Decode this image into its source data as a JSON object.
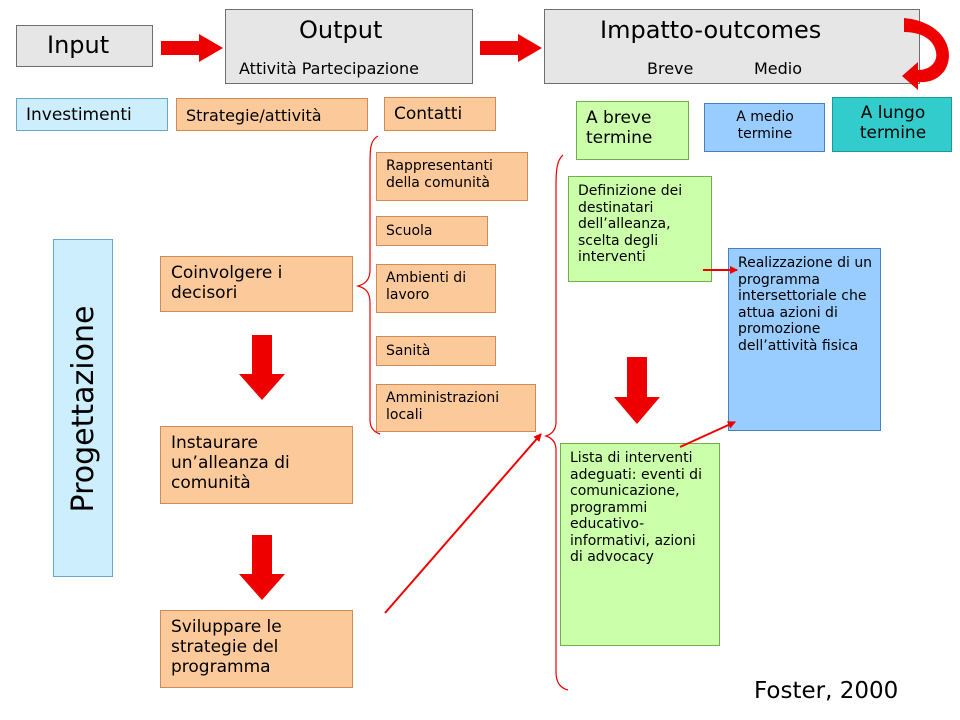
{
  "header": {
    "input": "Input",
    "output_title": "Output",
    "output_sub": "Attività Partecipazione",
    "impact_title": "Impatto-outcomes",
    "impact_breve": "Breve",
    "impact_medio": "Medio"
  },
  "columns": {
    "investimenti": "Investimenti",
    "strategie": "Strategie/attività",
    "contatti": "Contatti",
    "breve": "A breve termine",
    "medio": "A medio termine",
    "lungo": "A lungo termine"
  },
  "progettazione": "Progettazione",
  "strategies": [
    "Coinvolgere i decisori",
    "Instaurare un’alleanza di comunità",
    "Sviluppare le strategie del programma"
  ],
  "contacts": [
    "Rappresentanti della comunità",
    "Scuola",
    "Ambienti di lavoro",
    "Sanità",
    "Amministrazioni locali"
  ],
  "short_term": [
    "Definizione dei destinatari dell’alleanza, scelta degli interventi",
    "Lista di interventi adeguati: eventi di comunicazione, programmi educativo-informativi, azioni di advocacy"
  ],
  "medium_term": "Realizzazione di un programma intersettoriale che attua azioni di promozione dell’attività fisica",
  "citation": "Foster, 2000",
  "colors": {
    "arrow": "#ee0000",
    "bracket": "#ee0000"
  }
}
